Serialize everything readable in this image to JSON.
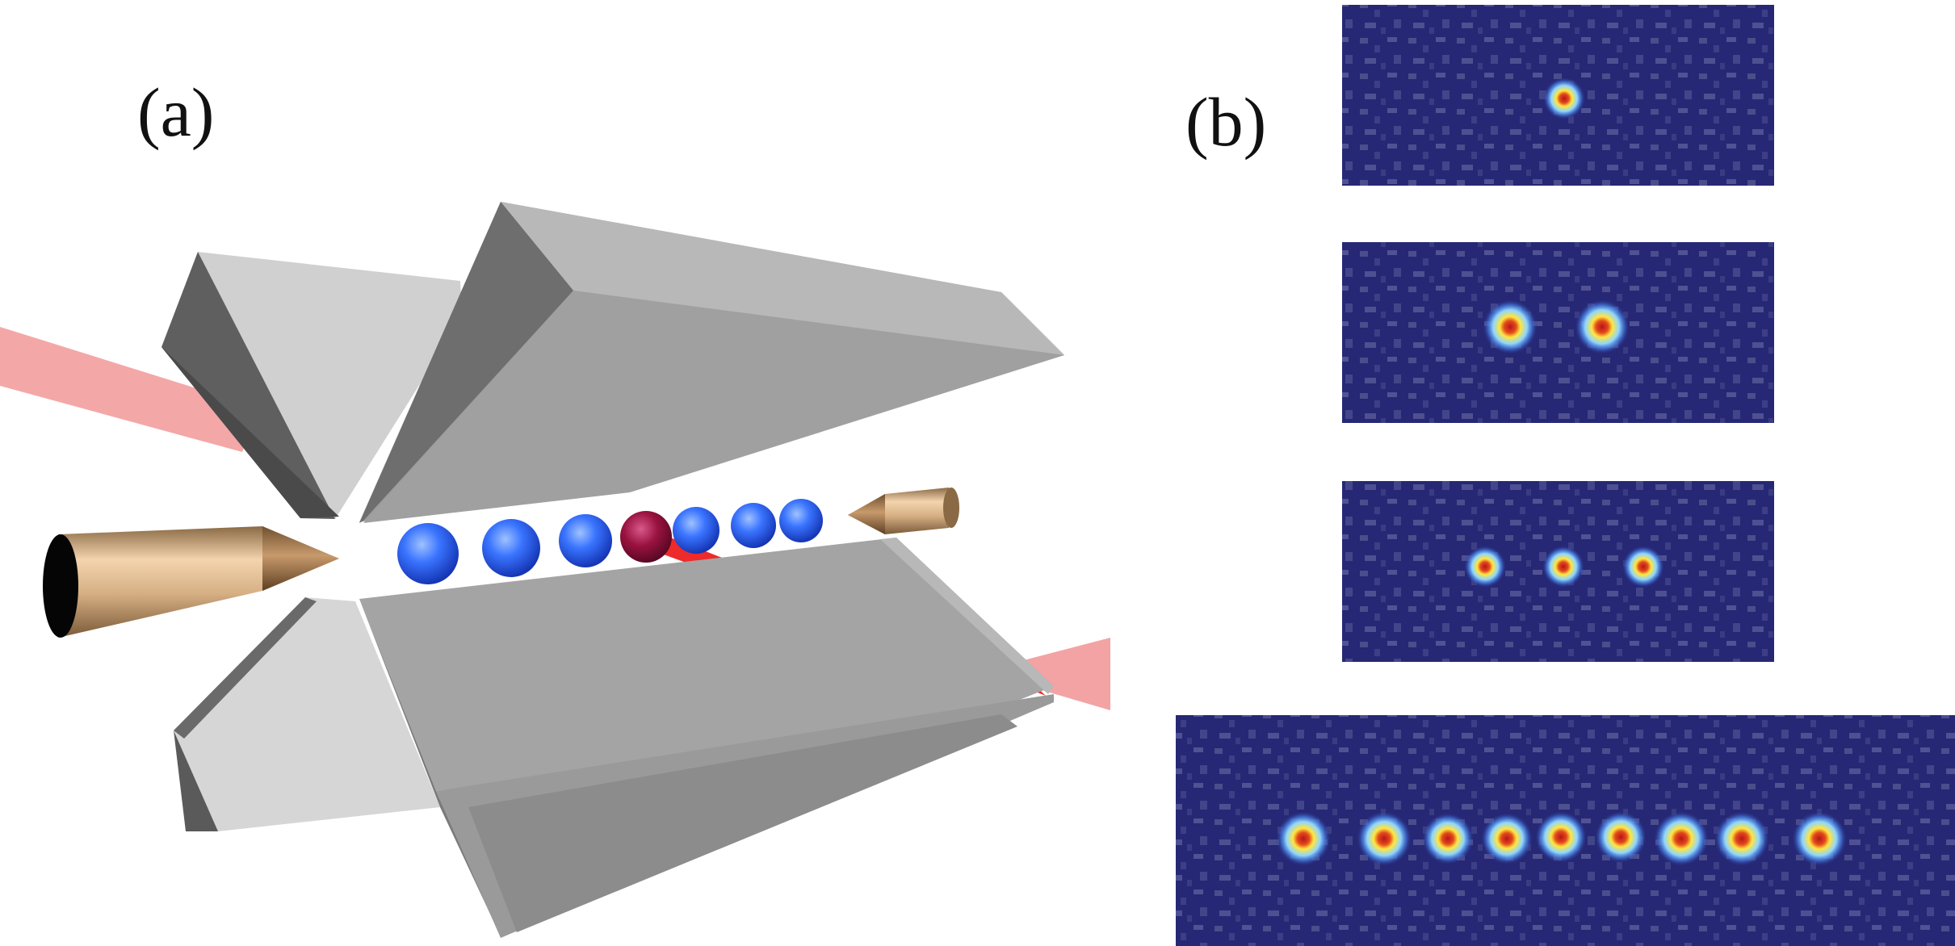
{
  "panel_a": {
    "label": "(a)",
    "ion_count": 7,
    "highlighted_ion_index": 3,
    "colors": {
      "electrode_light": "#d4d4d4",
      "electrode_mid": "#a6a6a6",
      "electrode_dark": "#6b6b6b",
      "ion": "#2f6fff",
      "ion_highlight": "#9a1240",
      "laser": "#e02424",
      "end_cap": "#d9b48a"
    },
    "icons": [
      "electrode",
      "end-cap-electrode",
      "ion",
      "laser-beam"
    ]
  },
  "panel_b": {
    "label": "(b)",
    "images": [
      {
        "ion_count": 1
      },
      {
        "ion_count": 2
      },
      {
        "ion_count": 3
      },
      {
        "ion_count": 9
      }
    ],
    "colors": {
      "background": "#2a2b7a",
      "noise": "#55568f",
      "glow_outer": "#6fb4ff",
      "glow_mid": "#ffee55",
      "glow_core": "#d83018"
    }
  }
}
